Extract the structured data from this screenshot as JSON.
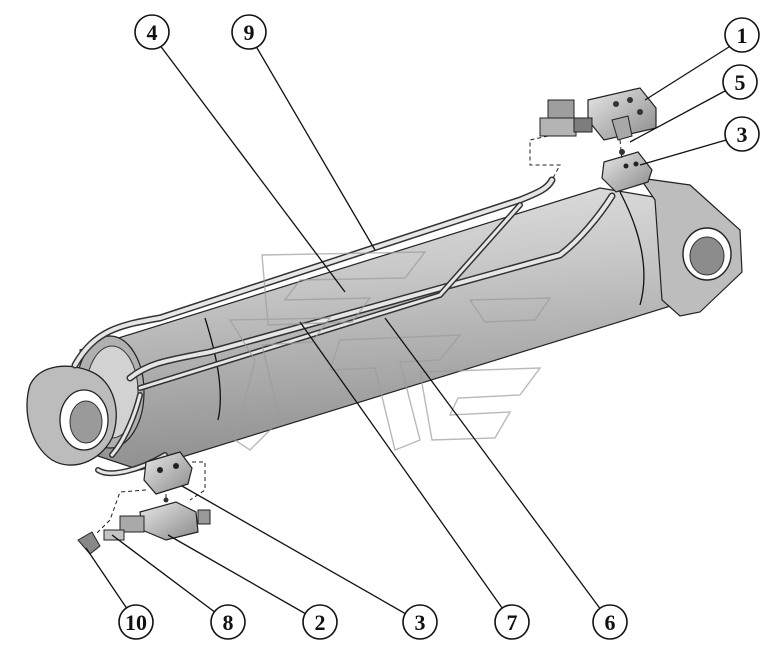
{
  "diagram": {
    "callouts": [
      {
        "id": "c1",
        "label": "1"
      },
      {
        "id": "c5",
        "label": "5"
      },
      {
        "id": "c3a",
        "label": "3"
      },
      {
        "id": "c4",
        "label": "4"
      },
      {
        "id": "c9",
        "label": "9"
      },
      {
        "id": "c10",
        "label": "10"
      },
      {
        "id": "c8",
        "label": "8"
      },
      {
        "id": "c2",
        "label": "2"
      },
      {
        "id": "c3b",
        "label": "3"
      },
      {
        "id": "c7",
        "label": "7"
      },
      {
        "id": "c6",
        "label": "6"
      }
    ],
    "colors": {
      "cylinder_body": "#c7c7c7",
      "cylinder_shadow": "#9a9a9a",
      "cylinder_highlight": "#e4e4e4",
      "line": "#111111",
      "watermark": "#b8b8b8"
    }
  }
}
